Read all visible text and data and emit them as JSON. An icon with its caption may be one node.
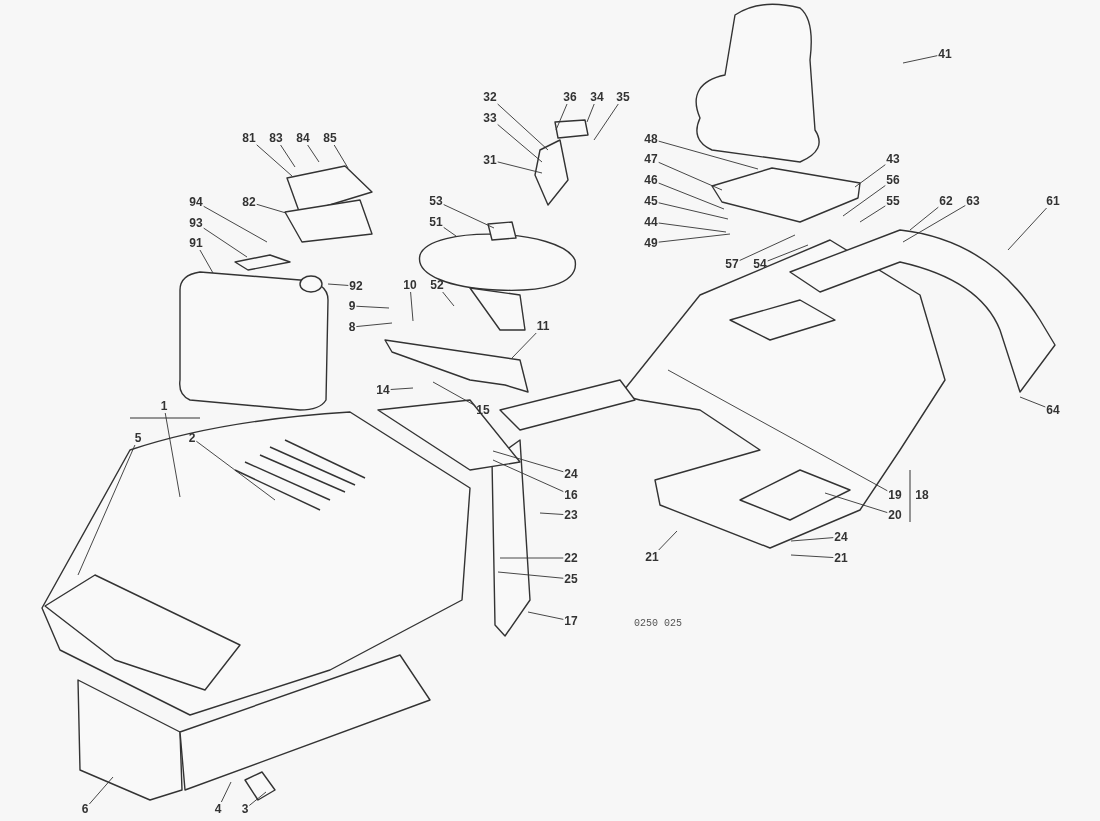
{
  "diagram": {
    "nodes": [
      {
        "text": [
          "41"
        ]
      },
      {
        "text": [
          "32"
        ]
      },
      {
        "text": [
          "36"
        ]
      },
      {
        "text": [
          "34"
        ]
      },
      {
        "text": [
          "35"
        ]
      },
      {
        "text": [
          "33"
        ]
      },
      {
        "text": [
          "31"
        ]
      },
      {
        "text": [
          "81"
        ]
      },
      {
        "text": [
          "83"
        ]
      },
      {
        "text": [
          "84"
        ]
      },
      {
        "text": [
          "85"
        ]
      },
      {
        "text": [
          "48"
        ]
      },
      {
        "text": [
          "43"
        ]
      },
      {
        "text": [
          "47"
        ]
      },
      {
        "text": [
          "46"
        ]
      },
      {
        "text": [
          "56"
        ]
      },
      {
        "text": [
          "62"
        ]
      },
      {
        "text": [
          "63"
        ]
      },
      {
        "text": [
          "61"
        ]
      },
      {
        "text": [
          "94"
        ]
      },
      {
        "text": [
          "82"
        ]
      },
      {
        "text": [
          "53"
        ]
      },
      {
        "text": [
          "45"
        ]
      },
      {
        "text": [
          "55"
        ]
      },
      {
        "text": [
          "93"
        ]
      },
      {
        "text": [
          "51"
        ]
      },
      {
        "text": [
          "44"
        ]
      },
      {
        "text": [
          "91"
        ]
      },
      {
        "text": [
          "49"
        ]
      },
      {
        "text": [
          "57"
        ]
      },
      {
        "text": [
          "54"
        ]
      },
      {
        "text": [
          "10"
        ]
      },
      {
        "text": [
          "52"
        ]
      },
      {
        "text": [
          "92"
        ]
      },
      {
        "text": [
          "9"
        ]
      },
      {
        "text": [
          "8"
        ]
      },
      {
        "text": [
          "11"
        ]
      },
      {
        "text": [
          "14"
        ]
      },
      {
        "text": [
          "15"
        ]
      },
      {
        "text": [
          "64"
        ]
      },
      {
        "text": [
          "1"
        ]
      },
      {
        "text": [
          "5"
        ]
      },
      {
        "text": [
          "2"
        ]
      },
      {
        "text": [
          "24"
        ]
      },
      {
        "text": [
          "16"
        ]
      },
      {
        "text": [
          "19"
        ]
      },
      {
        "text": [
          "23"
        ]
      },
      {
        "text": [
          "20"
        ]
      },
      {
        "text": [
          "24"
        ]
      },
      {
        "text": [
          "22"
        ]
      },
      {
        "text": [
          "21"
        ]
      },
      {
        "text": [
          "21"
        ]
      },
      {
        "text": [
          "25"
        ]
      },
      {
        "text": [
          "17"
        ]
      },
      {
        "text": [
          "6"
        ]
      },
      {
        "text": [
          "4"
        ]
      },
      {
        "text": [
          "3"
        ]
      }
    ],
    "edges": [
      {
        "from": 0,
        "to": null,
        "arrow": "none"
      },
      {
        "from": 1,
        "to": null,
        "arrow": "none"
      },
      {
        "from": 2,
        "to": null,
        "arrow": "none"
      },
      {
        "from": 3,
        "to": null,
        "arrow": "none"
      },
      {
        "from": 4,
        "to": null,
        "arrow": "none"
      },
      {
        "from": 5,
        "to": null,
        "arrow": "none"
      },
      {
        "from": 6,
        "to": null,
        "arrow": "none"
      },
      {
        "from": 7,
        "to": null,
        "arrow": "none"
      },
      {
        "from": 8,
        "to": null,
        "arrow": "none"
      },
      {
        "from": 9,
        "to": null,
        "arrow": "none"
      },
      {
        "from": 10,
        "to": null,
        "arrow": "none"
      },
      {
        "from": 11,
        "to": null,
        "arrow": "none"
      },
      {
        "from": 12,
        "to": null,
        "arrow": "none"
      },
      {
        "from": 13,
        "to": null,
        "arrow": "none"
      },
      {
        "from": 14,
        "to": null,
        "arrow": "none"
      },
      {
        "from": 15,
        "to": null,
        "arrow": "none"
      },
      {
        "from": 16,
        "to": null,
        "arrow": "none"
      },
      {
        "from": 17,
        "to": null,
        "arrow": "none"
      },
      {
        "from": 18,
        "to": null,
        "arrow": "none"
      },
      {
        "from": 19,
        "to": null,
        "arrow": "none"
      },
      {
        "from": 20,
        "to": null,
        "arrow": "none"
      },
      {
        "from": 21,
        "to": null,
        "arrow": "none"
      },
      {
        "from": 22,
        "to": null,
        "arrow": "none"
      },
      {
        "from": 23,
        "to": null,
        "arrow": "none"
      },
      {
        "from": 24,
        "to": null,
        "arrow": "none"
      },
      {
        "from": 25,
        "to": null,
        "arrow": "none"
      },
      {
        "from": 26,
        "to": null,
        "arrow": "none"
      },
      {
        "from": 27,
        "to": null,
        "arrow": "none"
      },
      {
        "from": 28,
        "to": null,
        "arrow": "none"
      },
      {
        "from": 29,
        "to": null,
        "arrow": "none"
      },
      {
        "from": 30,
        "to": null,
        "arrow": "none"
      },
      {
        "from": 31,
        "to": null,
        "arrow": "none"
      },
      {
        "from": 32,
        "to": null,
        "arrow": "none"
      },
      {
        "from": 33,
        "to": null,
        "arrow": "none"
      },
      {
        "from": 34,
        "to": null,
        "arrow": "none"
      },
      {
        "from": 35,
        "to": null,
        "arrow": "none"
      },
      {
        "from": 36,
        "to": null,
        "arrow": "none"
      },
      {
        "from": 37,
        "to": null,
        "arrow": "none"
      },
      {
        "from": 38,
        "to": null,
        "arrow": "none"
      },
      {
        "from": 39,
        "to": null,
        "arrow": "none"
      },
      {
        "from": 40,
        "to": null,
        "arrow": "none"
      },
      {
        "from": 41,
        "to": null,
        "arrow": "none"
      },
      {
        "from": 42,
        "to": null,
        "arrow": "none"
      },
      {
        "from": 43,
        "to": null,
        "arrow": "none"
      },
      {
        "from": 44,
        "to": null,
        "arrow": "none"
      },
      {
        "from": 45,
        "to": null,
        "arrow": "none"
      },
      {
        "from": 46,
        "to": null,
        "arrow": "none"
      },
      {
        "from": 47,
        "to": null,
        "arrow": "none"
      },
      {
        "from": 48,
        "to": null,
        "arrow": "none"
      },
      {
        "from": 49,
        "to": null,
        "arrow": "none"
      },
      {
        "from": 50,
        "to": null,
        "arrow": "none"
      },
      {
        "from": 51,
        "to": null,
        "arrow": "none"
      },
      {
        "from": 52,
        "to": null,
        "arrow": "none"
      },
      {
        "from": 53,
        "to": null,
        "arrow": "none"
      },
      {
        "from": 54,
        "to": null,
        "arrow": "none"
      },
      {
        "from": 55,
        "to": null,
        "arrow": "none"
      },
      {
        "from": 56,
        "to": null,
        "arrow": "none"
      }
    ],
    "labels": [
      "18",
      "0250 025"
    ]
  }
}
